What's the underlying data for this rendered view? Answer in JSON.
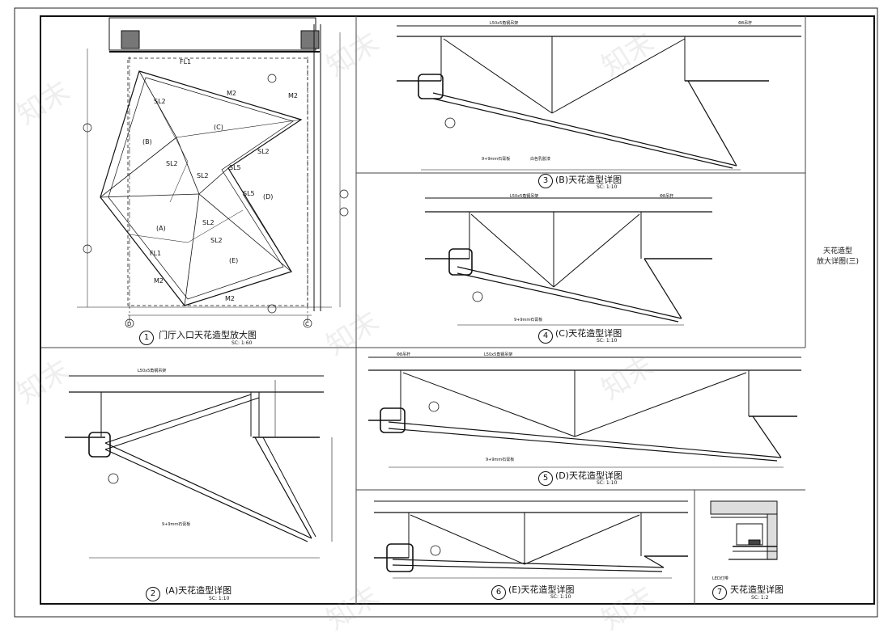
{
  "sheet_title": [
    "天花造型",
    "放大详图(三)"
  ],
  "watermark": "知末",
  "details": [
    {
      "number": "1",
      "title": "门厅入口天花造型放大图",
      "scale": "SC: 1:60"
    },
    {
      "number": "2",
      "title": "(A)天花造型详图",
      "scale": "SC: 1:10"
    },
    {
      "number": "3",
      "title": "(B)天花造型详图",
      "scale": "SC: 1:10"
    },
    {
      "number": "4",
      "title": "(C)天花造型详图",
      "scale": "SC: 1:10"
    },
    {
      "number": "5",
      "title": "(D)天花造型详图",
      "scale": "SC: 1:10"
    },
    {
      "number": "6",
      "title": "(E)天花造型详图",
      "scale": "SC: 1:10"
    },
    {
      "number": "7",
      "title": "天花造型详图",
      "scale": "SC: 1:2"
    }
  ],
  "plan_labels": {
    "regions": [
      "(A)",
      "(B)",
      "(C)",
      "(D)",
      "(E)"
    ],
    "tags": [
      "FL1",
      "FL1",
      "M2",
      "M2",
      "M2",
      "M2",
      "SL2",
      "SL2",
      "SL2",
      "SL2",
      "SL2",
      "SL2",
      "SL5",
      "SL5"
    ],
    "grid": [
      "D",
      "C"
    ]
  },
  "section_notes": {
    "steel_tube": "L50x5角钢吊架",
    "rod": "Φ8吊杆",
    "board": "9+9mm石膏板",
    "paint": "白色乳胶漆",
    "light": "LED灯带"
  }
}
